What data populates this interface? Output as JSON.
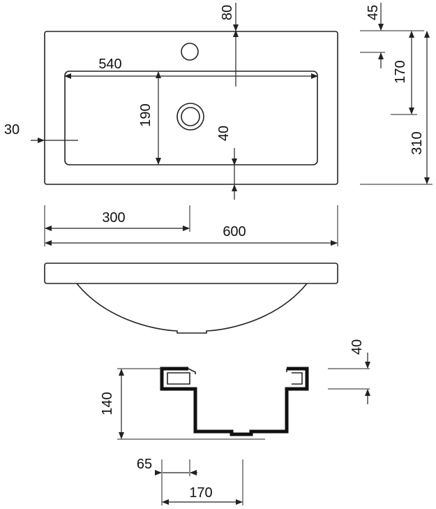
{
  "dimensions": {
    "top_edge_to_tap_hole": "80",
    "top_edge_to_tap_right": "45",
    "waste_distance": "170",
    "total_depth": "310",
    "bowl_width": "540",
    "bowl_depth": "190",
    "front_to_bowl": "40",
    "side_wall": "30",
    "half_width": "300",
    "total_width": "600",
    "section_rim": "40",
    "section_height": "140",
    "section_waste_offset": "65",
    "section_depth": "170"
  },
  "colors": {
    "line": "#222222",
    "section": "#111111",
    "background": "#ffffff"
  }
}
